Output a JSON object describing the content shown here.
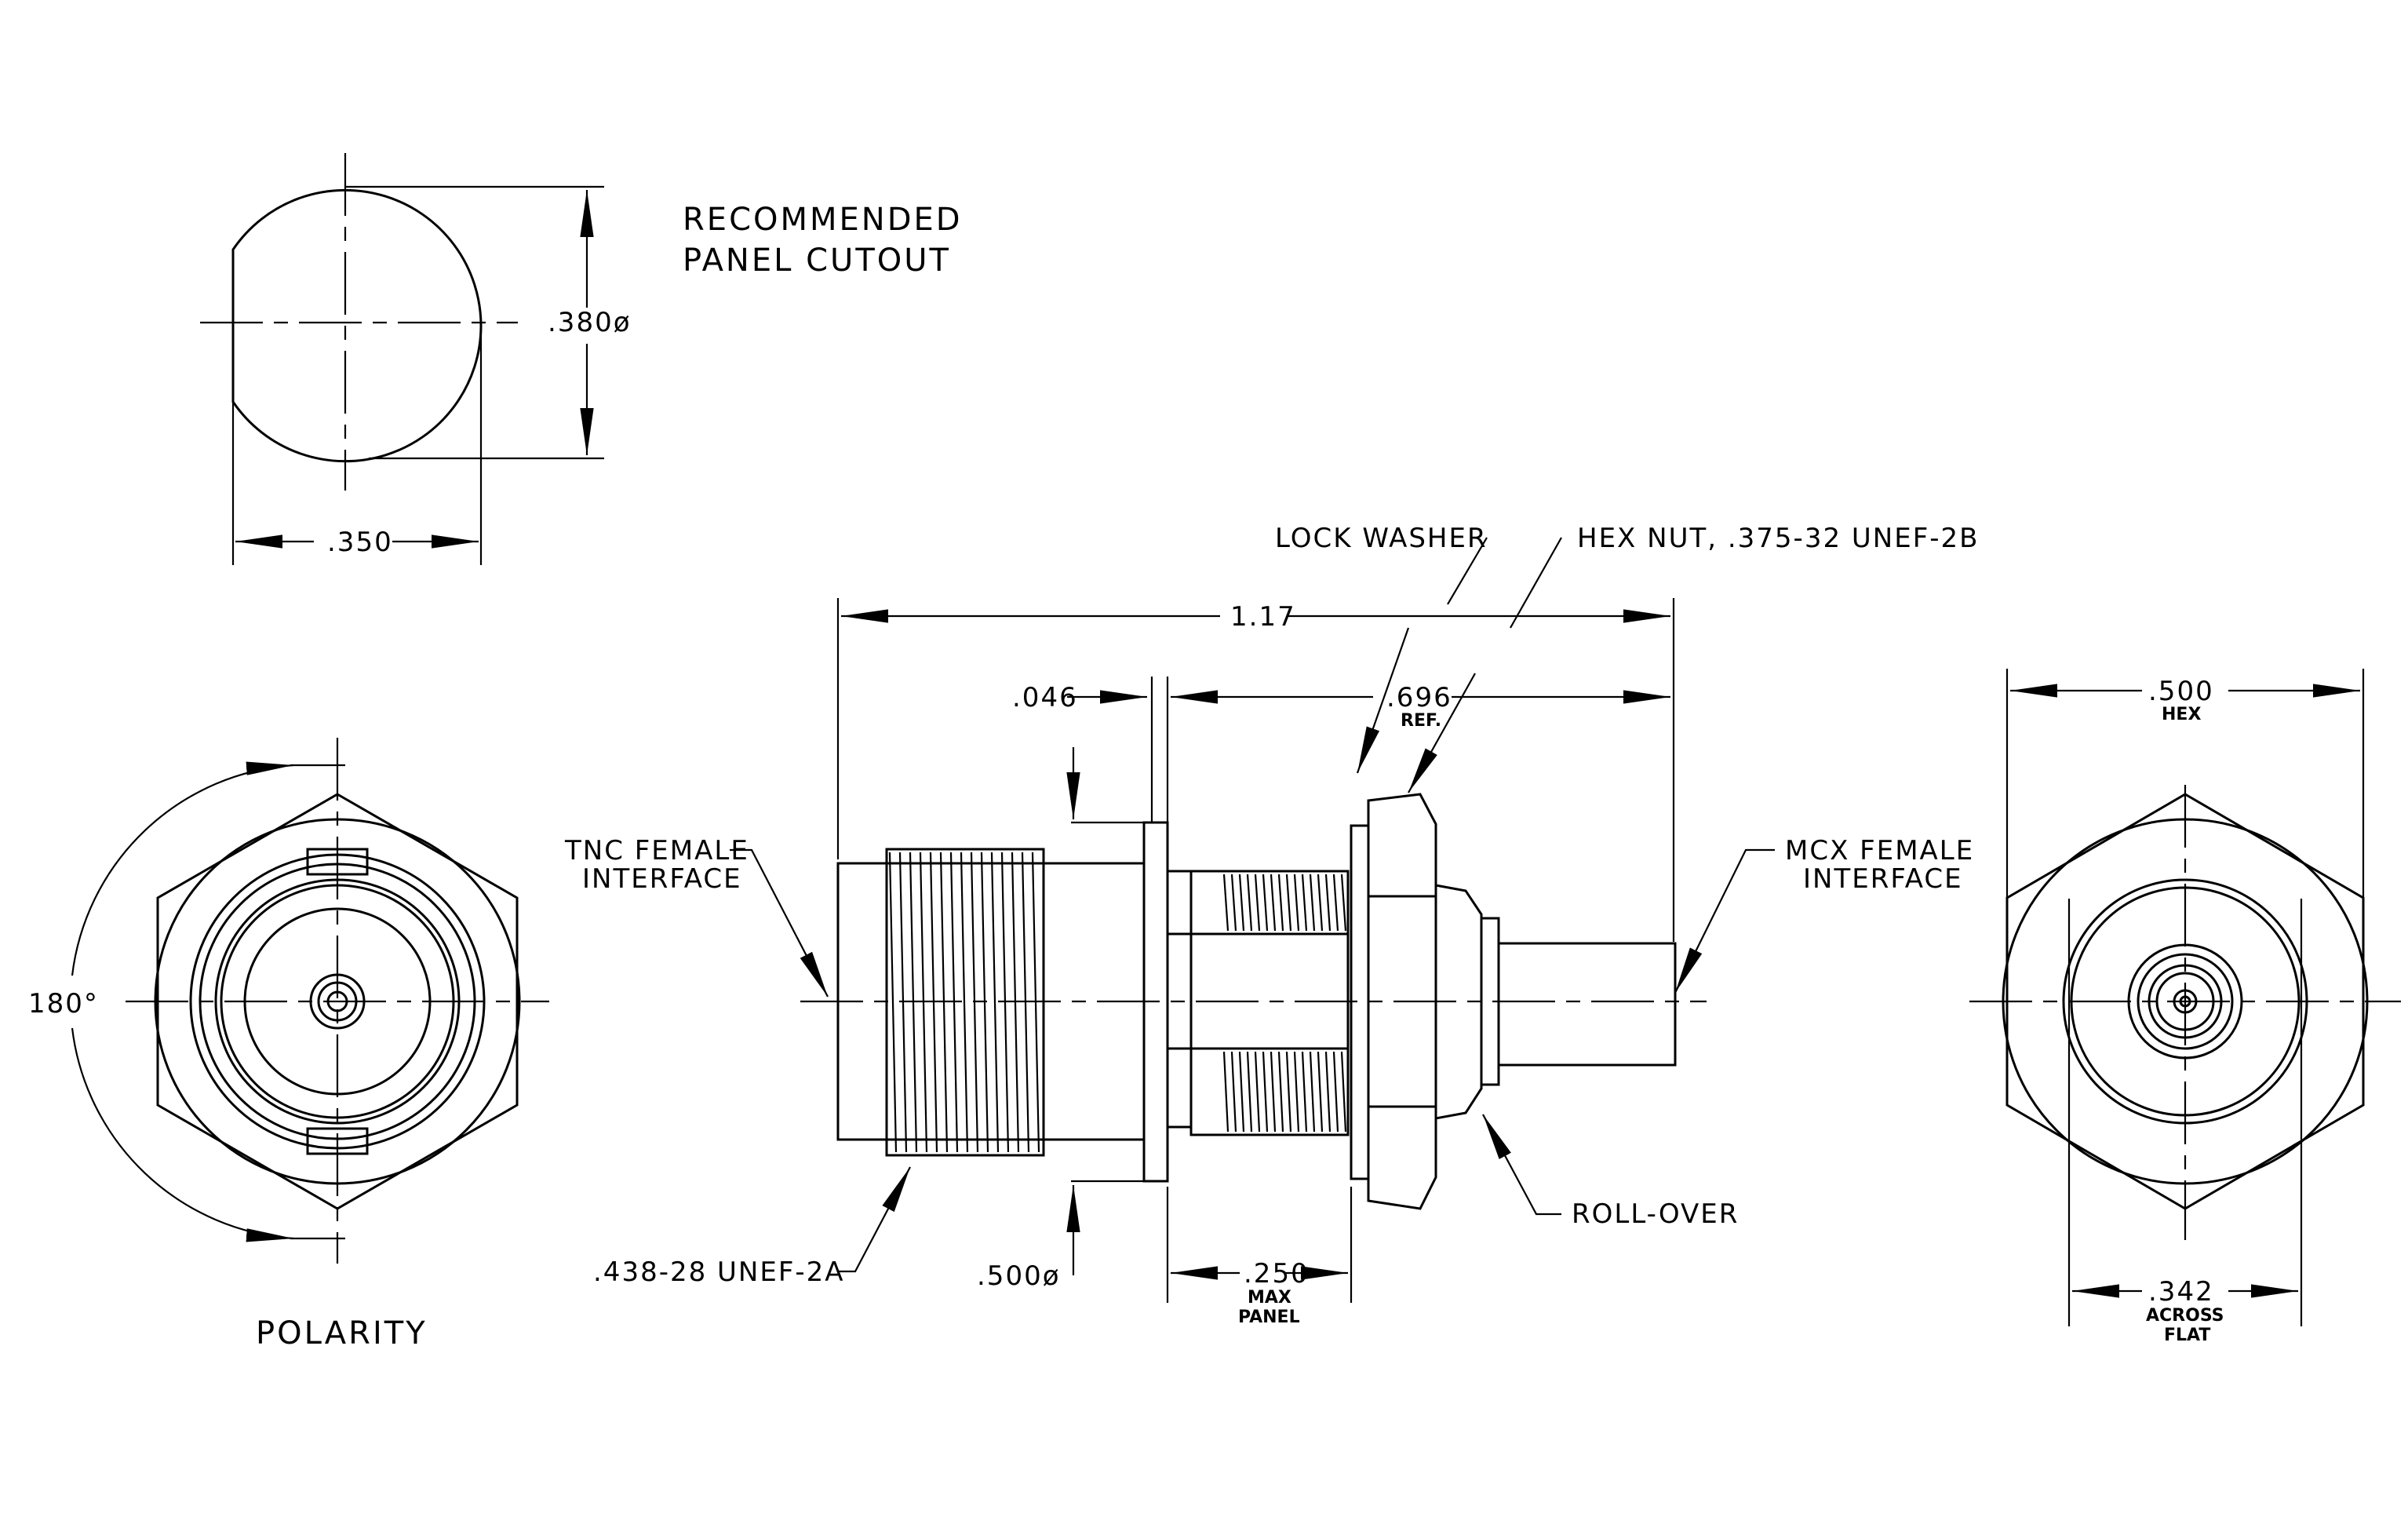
{
  "labels": {
    "cutout_title_1": "RECOMMENDED",
    "cutout_title_2": "PANEL CUTOUT",
    "cutout_dia": ".380ø",
    "cutout_flat": ".350",
    "polarity": "POLARITY",
    "angle": "180°",
    "overall_length": "1.17",
    "lock_washer": "LOCK WASHER",
    "hex_nut": "HEX NUT, .375-32 UNEF-2B",
    "flange_thk": ".046",
    "ref_len": ".696",
    "ref_note": "REF.",
    "tnc_1": "TNC FEMALE",
    "tnc_2": "INTERFACE",
    "mcx_1": "MCX FEMALE",
    "mcx_2": "INTERFACE",
    "thread_spec": ".438-28 UNEF-2A",
    "flange_dia": ".500ø",
    "panel_thk": ".250",
    "panel_1": "MAX",
    "panel_2": "PANEL",
    "roll_over": "ROLL-OVER",
    "hex_size": ".500",
    "hex_note": "HEX",
    "flat_size": ".342",
    "flat_1": "ACROSS",
    "flat_2": "FLAT"
  }
}
